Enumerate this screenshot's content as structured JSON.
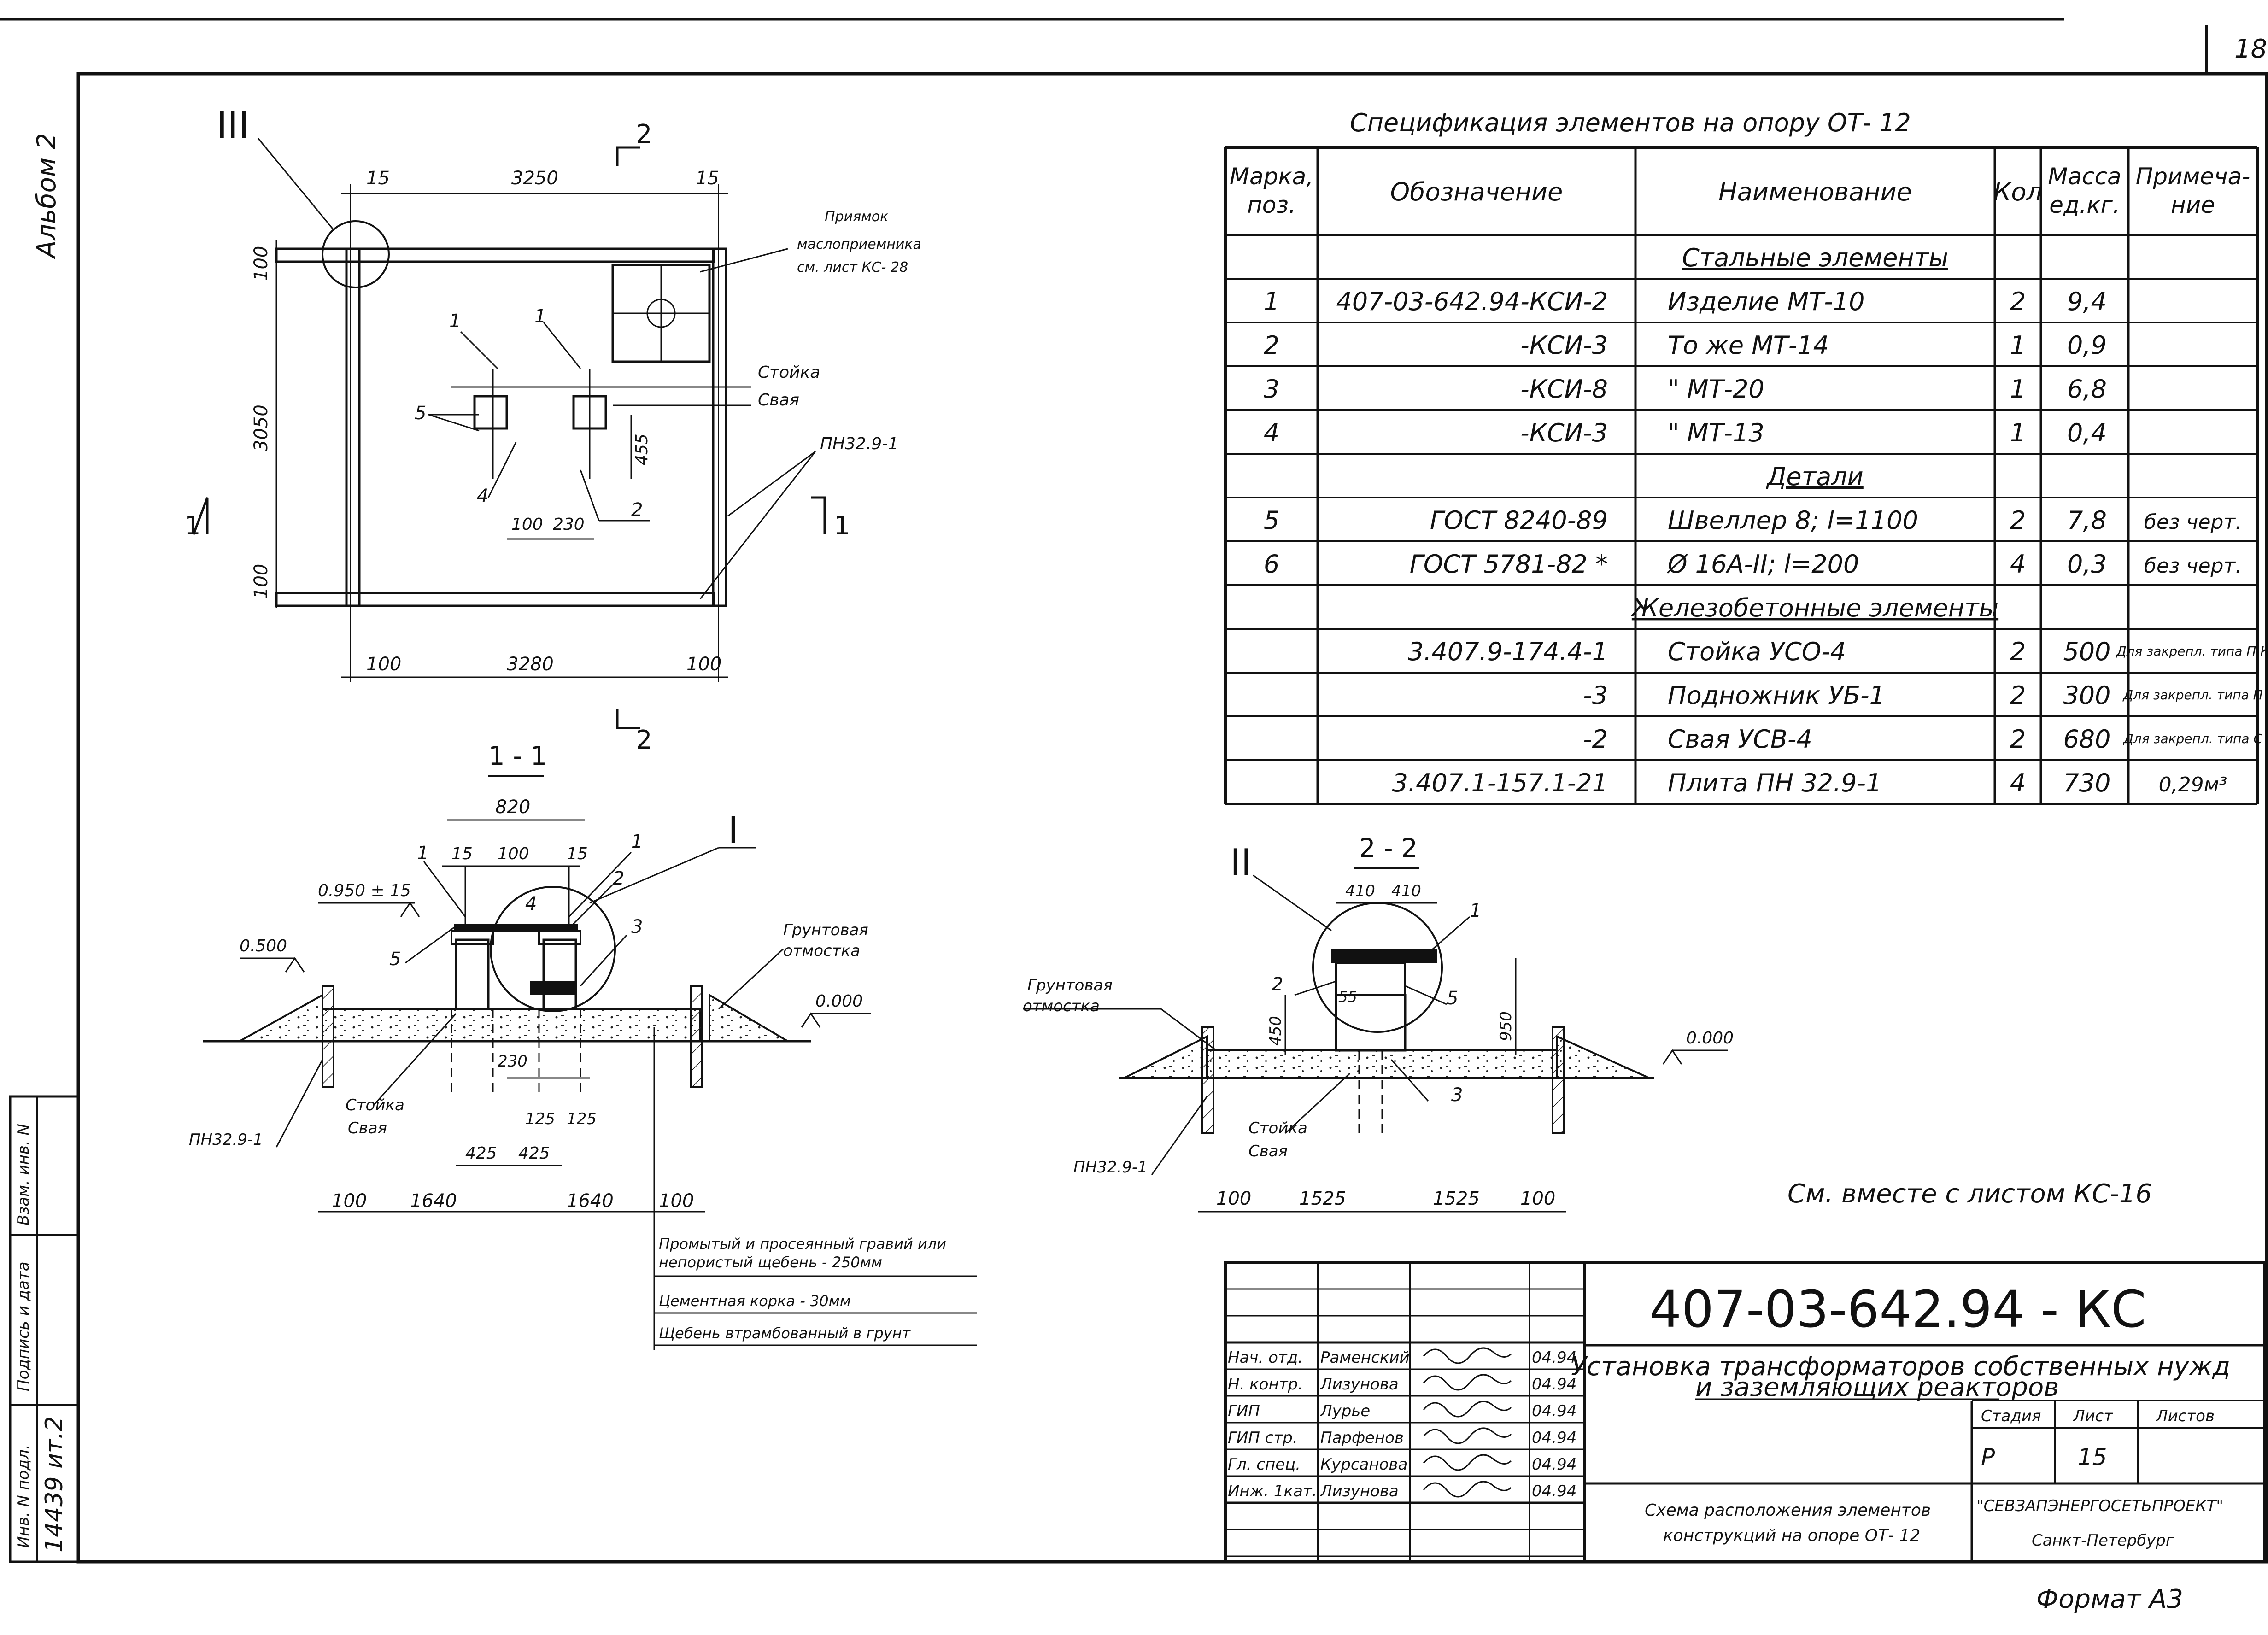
{
  "page_number": "18",
  "album_label": "Альбом 2",
  "plan": {
    "view_mark": "III",
    "section_mark": "2",
    "section_1_label": "1",
    "dims_top": [
      "15",
      "3250",
      "15"
    ],
    "dims_bottom": [
      "100",
      "3280",
      "100"
    ],
    "dims_left": [
      "100",
      "3050",
      "100"
    ],
    "dims_inner": [
      "455",
      "100",
      "230"
    ],
    "labels": [
      "1",
      "1",
      "2",
      "4",
      "5"
    ],
    "priyamok_note": [
      "Приямок",
      "маслоприемника",
      "см. лист КС- 28"
    ],
    "stoyka": "Стойка",
    "svaya": "Свая",
    "plate": "ПН32.9-1"
  },
  "section11": {
    "title": "1 - 1",
    "view_mark": "I",
    "top_dims": [
      "820",
      "15",
      "100",
      "15"
    ],
    "elev_top": "0.950 ± 15",
    "elev_left": "0.500",
    "elev_right": "0.000",
    "ground_note": [
      "Грунтовая",
      "отмостка"
    ],
    "stoyka": "Стойка",
    "svaya": "Свая",
    "plate": "ПН32.9-1",
    "marks": [
      "1",
      "1",
      "2",
      "3",
      "4",
      "5"
    ],
    "mid_dims": [
      "230",
      "125",
      "125",
      "425",
      "425"
    ],
    "bottom_dims": [
      "100",
      "1640",
      "1640",
      "100"
    ],
    "layers": [
      "Промытый и просеянный гравий или непористый щебень - 250мм",
      "Цементная корка - 30мм",
      "Щебень втрамбованный в грунт"
    ]
  },
  "section22": {
    "title": "2 - 2",
    "view_mark": "II",
    "top_dims": [
      "410",
      "410"
    ],
    "ground_note": [
      "Грунтовая",
      "отмостка"
    ],
    "elev_right": "0.000",
    "dims_v": [
      "450",
      "950",
      "55"
    ],
    "marks": [
      "1",
      "2",
      "3",
      "5"
    ],
    "stoyka": "Стойка",
    "svaya": "Свая",
    "plate": "ПН32.9-1",
    "bottom_dims": [
      "100",
      "1525",
      "1525",
      "100"
    ]
  },
  "see_also": "См. вместе с листом КС-16",
  "spec": {
    "title": "Спецификация элементов на опору ОТ- 12",
    "headers": [
      "Марка, поз.",
      "Обозначение",
      "Наименование",
      "Кол",
      "Масса ед.кг.",
      "Примеча- ние"
    ],
    "rows": [
      {
        "type": "section",
        "text": "Стальные элементы"
      },
      {
        "type": "row",
        "cells": [
          "1",
          "407-03-642.94-КСИ-2",
          "Изделие МТ-10",
          "2",
          "9,4",
          ""
        ]
      },
      {
        "type": "row",
        "cells": [
          "2",
          "-КСИ-3",
          "То же   МТ-14",
          "1",
          "0,9",
          ""
        ]
      },
      {
        "type": "row",
        "cells": [
          "3",
          "-КСИ-8",
          "\"         МТ-20",
          "1",
          "6,8",
          ""
        ]
      },
      {
        "type": "row",
        "cells": [
          "4",
          "-КСИ-3",
          "\"         МТ-13",
          "1",
          "0,4",
          ""
        ]
      },
      {
        "type": "section",
        "text": "Детали"
      },
      {
        "type": "row",
        "cells": [
          "5",
          "ГОСТ 8240-89",
          "Швеллер 8; l=1100",
          "2",
          "7,8",
          "без черт."
        ]
      },
      {
        "type": "row",
        "cells": [
          "6",
          "ГОСТ 5781-82 *",
          "Ø 16А-II;  l=200",
          "4",
          "0,3",
          "без черт."
        ]
      },
      {
        "type": "section",
        "text": "Железобетонные элементы"
      },
      {
        "type": "row",
        "cells": [
          "",
          "3.407.9-174.4-1",
          "Стойка УСО-4",
          "2",
          "500",
          "Для закрепл. типа П,К"
        ]
      },
      {
        "type": "row",
        "cells": [
          "",
          "-3",
          "Подножник УБ-1",
          "2",
          "300",
          "Для закрепл. типа П"
        ]
      },
      {
        "type": "row",
        "cells": [
          "",
          "-2",
          "Свая УСВ-4",
          "2",
          "680",
          "Для закрепл. типа С"
        ]
      },
      {
        "type": "row",
        "cells": [
          "",
          "3.407.1-157.1-21",
          "Плита ПН 32.9-1",
          "4",
          "730",
          "0,29м³"
        ]
      }
    ]
  },
  "stamp": {
    "code": "407-03-642.94 - КС",
    "title_line1": "Установка трансформаторов собственных нужд",
    "title_line2": "и заземляющих реакторов",
    "stage_head": [
      "Стадия",
      "Лист",
      "Листов"
    ],
    "stage_vals": [
      "Р",
      "15",
      ""
    ],
    "persons": [
      [
        "Нач. отд.",
        "Раменский",
        "04.94"
      ],
      [
        "Н. контр.",
        "Лизунова",
        "04.94"
      ],
      [
        "ГИП",
        "Лурье",
        "04.94"
      ],
      [
        "ГИП стр.",
        "Парфенов",
        "04.94"
      ],
      [
        "Гл. спец.",
        "Курсанова",
        "04.94"
      ],
      [
        "Инж. 1кат.",
        "Лизунова",
        "04.94"
      ]
    ],
    "drawing_name": [
      "Схема расположения элементов",
      "конструкций на опоре ОТ- 12"
    ],
    "org": "\"СЕВЗАПЭНЕРГОСЕТЬПРОЕКТ\"",
    "city": "Санкт-Петербург"
  },
  "side_stamp": [
    "Взам. инв. N",
    "Подпись и дата",
    "Инв. N подл."
  ],
  "side_inv_number": "14439 ит.2",
  "format": "Формат А3"
}
